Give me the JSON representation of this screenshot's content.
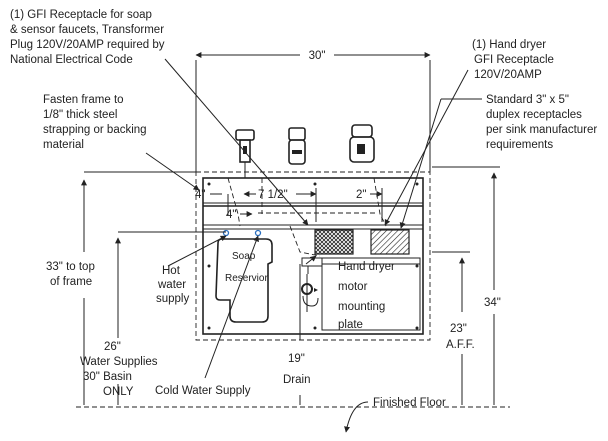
{
  "labels": {
    "gfi_soap": [
      "(1) GFI Receptacle for soap",
      "& sensor faucets, Transformer",
      "Plug 120V/20AMP required by",
      "National Electrical Code"
    ],
    "hand_dryer_gfi": [
      "(1) Hand dryer",
      "GFI Receptacle",
      "120V/20AMP"
    ],
    "standard_receptacles": [
      "Standard 3\" x 5\"",
      "duplex receptacles",
      "per sink manufacturer",
      "requirements"
    ],
    "fasten_frame": [
      "Fasten frame to",
      "1/8\" thick steel",
      "strapping or backing",
      "material"
    ],
    "top_of_frame": [
      "33\" to top",
      "of frame"
    ],
    "hot_water": [
      "Hot",
      "water",
      "supply"
    ],
    "soap_reservoir": [
      "Soap",
      "Reservior"
    ],
    "hand_dryer_plate": [
      "Hand dryer",
      "motor",
      "mounting",
      "plate"
    ],
    "water_supplies": [
      "26\"",
      "Water Supplies",
      "30\" Basin",
      "ONLY"
    ],
    "cold_water": "Cold Water Supply",
    "drain": [
      "19\"",
      "Drain"
    ],
    "aff": [
      "23\"",
      "A.F.F."
    ],
    "finished_floor": "Finished Floor"
  },
  "dimensions": {
    "width_30": "30\"",
    "height_34": "34\"",
    "dim_4_upper": "4\"",
    "dim_4_lower": "4\"",
    "dim_7_half": "7 1/2\"",
    "dim_2": "2\""
  }
}
